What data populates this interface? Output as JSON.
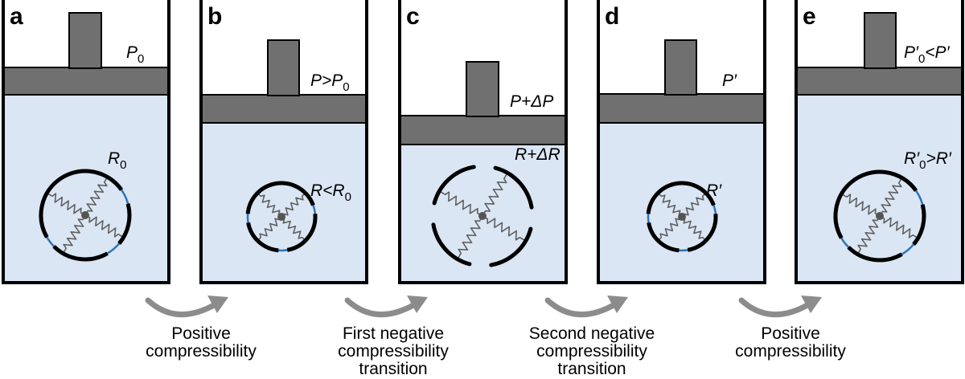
{
  "panels": [
    {
      "letter": "a",
      "pressure": {
        "text": "P",
        "sub": "0",
        "rest": ""
      },
      "radius": {
        "text": "R",
        "sub": "0",
        "rest": ""
      }
    },
    {
      "letter": "b",
      "pressure": {
        "text": "P>P",
        "sub": "0",
        "rest": ""
      },
      "radius": {
        "text": "R<R",
        "sub": "0",
        "rest": ""
      }
    },
    {
      "letter": "c",
      "pressure": {
        "text": "P+ΔP",
        "sub": "",
        "rest": ""
      },
      "radius": {
        "text": "R+ΔR",
        "sub": "",
        "rest": ""
      }
    },
    {
      "letter": "d",
      "pressure": {
        "text": "P′",
        "sub": "",
        "rest": ""
      },
      "radius": {
        "text": "R′",
        "sub": "",
        "rest": ""
      }
    },
    {
      "letter": "e",
      "pressure": {
        "text": "P′",
        "sub": "0",
        "rest": "<P′"
      },
      "radius": {
        "text": "R′",
        "sub": "0",
        "rest": ">R′"
      }
    }
  ],
  "transitions": [
    {
      "lines": [
        "Positive",
        "compressibility"
      ]
    },
    {
      "lines": [
        "First negative",
        "compressibility",
        "transition"
      ]
    },
    {
      "lines": [
        "Second negative",
        "compressibility",
        "transition"
      ]
    },
    {
      "lines": [
        "Positive",
        "compressibility"
      ]
    }
  ],
  "colors": {
    "liquid": "#dbe6f4",
    "piston": "#707070",
    "wall": "#000000",
    "shell": "#000000",
    "gap": "#2e75b6",
    "spring": "#606060",
    "arrow": "#8c8c8c"
  }
}
